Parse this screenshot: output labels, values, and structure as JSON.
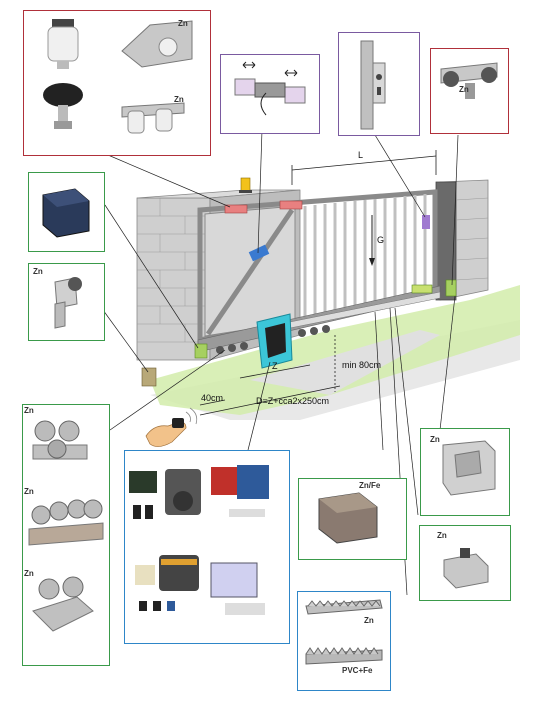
{
  "colors": {
    "frame_red": "#b0303a",
    "frame_green": "#3a9a4a",
    "frame_blue": "#2e86c8",
    "frame_purple": "#7a5aa0",
    "ground_green": "#cfe8a0",
    "wall_gray": "#c8c8c8",
    "gate_gray": "#b8b8b8",
    "motor_cyan": "#3cc6d8"
  },
  "labels": {
    "zn_top_bracket": "Zn",
    "zn_top_rollers": "Zn",
    "zn_top_right": "Zn",
    "zn_roller_end": "Zn",
    "zn_carriage_1": "Zn",
    "zn_carriage_2": "Zn",
    "zn_carriage_3": "Zn",
    "zn_end_catch": "Zn",
    "zn_stopper": "Zn",
    "znfe_rail": "Zn/Fe",
    "zn_rack": "Zn",
    "pvcfe_rack": "PVC+Fe"
  },
  "dimensions": {
    "L": "L",
    "G": "G",
    "Z": "Z",
    "min80": "min 80cm",
    "d40": "40cm",
    "D": "D=Z+cca2x250cm"
  },
  "icons": {
    "hand_remote": "hand-remote-icon",
    "warning_lamp": "warning-lamp-icon"
  }
}
